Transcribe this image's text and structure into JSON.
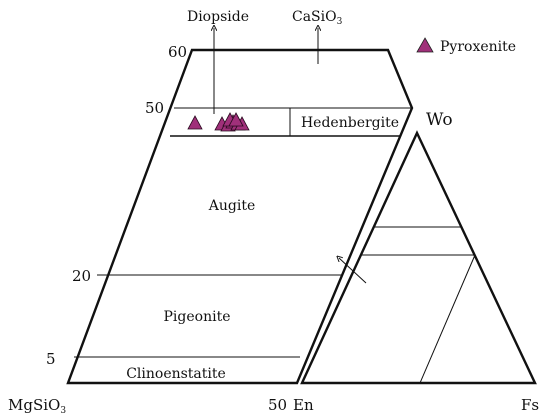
{
  "diagram": {
    "corners": {
      "bottom_left": "MgSiO",
      "bottom_left_subscript": "3",
      "en": "En",
      "fs": "Fs",
      "wo": "Wo"
    },
    "top_arrows": {
      "diopside": "Diopside",
      "casio3_main": "CaSiO",
      "casio3_subscript": "3"
    },
    "legend": {
      "label": "Pyroxenite",
      "marker_color": "#a0307a"
    },
    "axis_ticks": {
      "t60": "60",
      "t50_left": "50",
      "t20": "20",
      "t5": "5",
      "t50_bottom": "50"
    },
    "fields": {
      "hedenbergite": "Hedenbergite",
      "augite": "Augite",
      "pigeonite": "Pigeonite",
      "clinoenstatite": "Clinoenstatite"
    },
    "sample_count": 8
  }
}
